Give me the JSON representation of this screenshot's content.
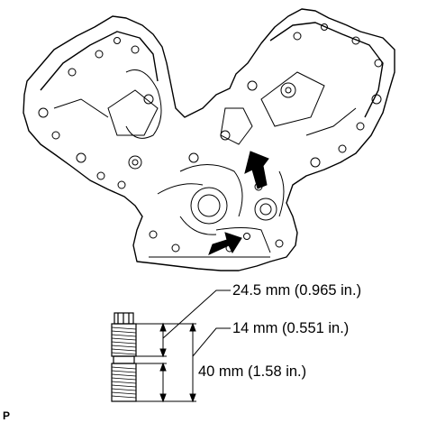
{
  "diagram": {
    "dimensions": [
      {
        "id": "bolt-dimension-1",
        "text": "24.5 mm (0.965 in.)"
      },
      {
        "id": "bolt-dimension-2",
        "text": "14 mm (0.551 in.)"
      },
      {
        "id": "bolt-dimension-3",
        "text": "40 mm (1.58 in.)"
      }
    ],
    "figure_code": "P",
    "colors": {
      "line": "#000000",
      "background": "#ffffff"
    }
  }
}
